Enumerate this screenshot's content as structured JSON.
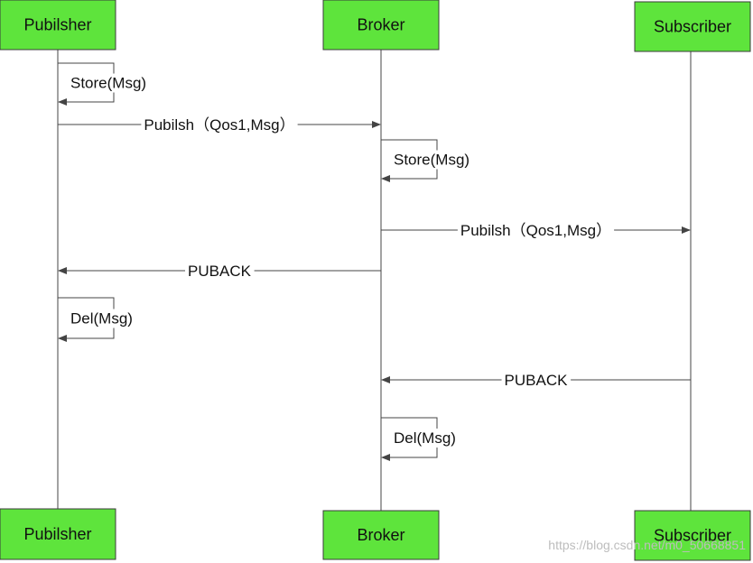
{
  "actors": [
    {
      "id": "publisher",
      "label": "Pubilsher"
    },
    {
      "id": "broker",
      "label": "Broker"
    },
    {
      "id": "subscriber",
      "label": "Subscriber"
    }
  ],
  "messages": [
    {
      "kind": "self",
      "actor": "publisher",
      "label": "Store(Msg)"
    },
    {
      "kind": "arrow",
      "from": "publisher",
      "to": "broker",
      "label": "Pubilsh（Qos1,Msg）"
    },
    {
      "kind": "self",
      "actor": "broker",
      "label": "Store(Msg)"
    },
    {
      "kind": "arrow",
      "from": "broker",
      "to": "subscriber",
      "label": "Pubilsh（Qos1,Msg）"
    },
    {
      "kind": "arrow",
      "from": "broker",
      "to": "publisher",
      "label": "PUBACK"
    },
    {
      "kind": "self",
      "actor": "publisher",
      "label": "Del(Msg)"
    },
    {
      "kind": "arrow",
      "from": "subscriber",
      "to": "broker",
      "label": "PUBACK"
    },
    {
      "kind": "self",
      "actor": "broker",
      "label": "Del(Msg)"
    }
  ],
  "watermark": "https://blog.csdn.net/m0_50668851",
  "colors": {
    "actor_fill": "#5ee43c",
    "line": "#444444"
  }
}
